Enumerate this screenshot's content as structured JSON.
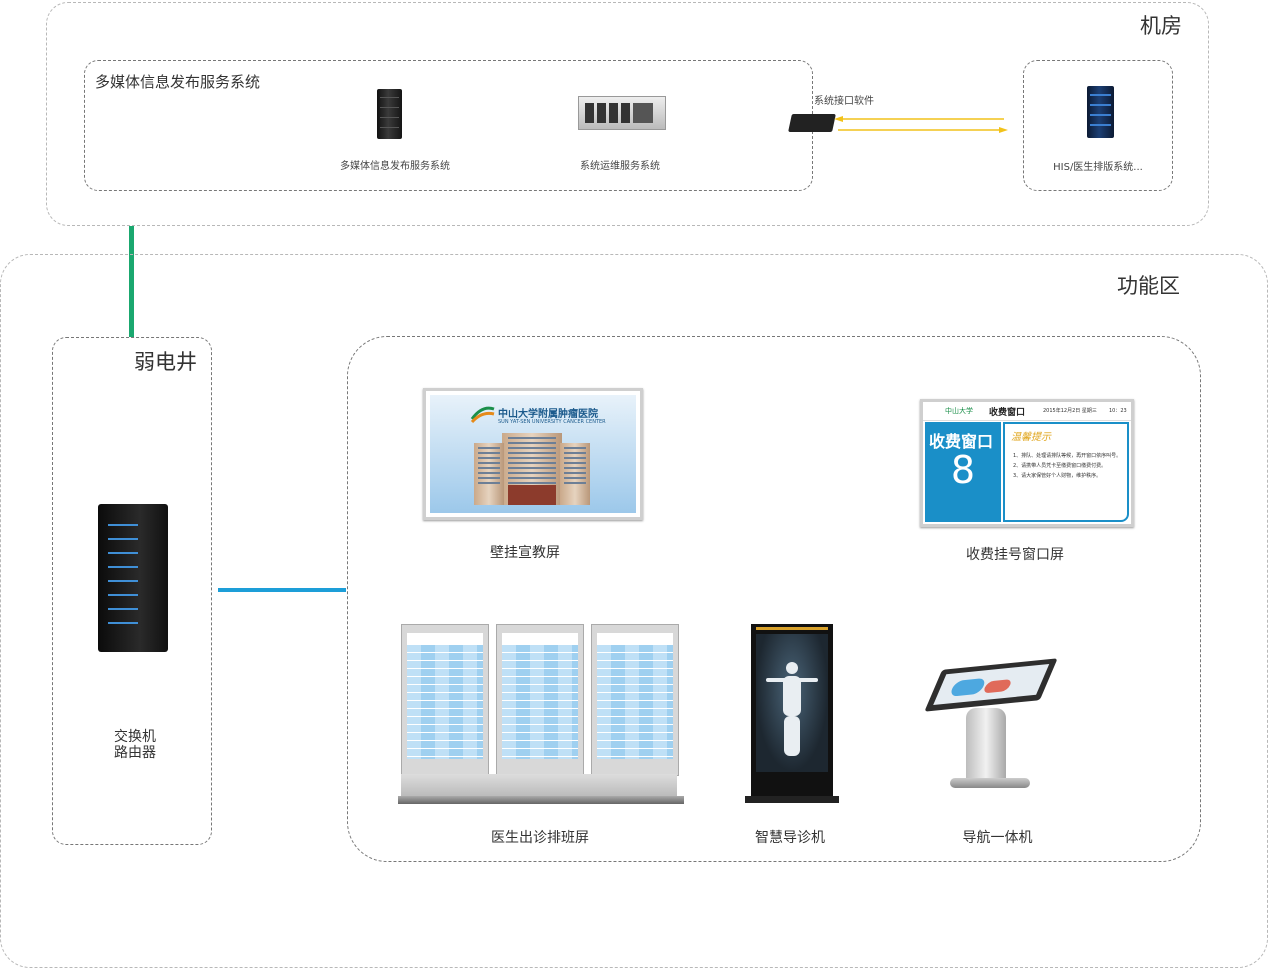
{
  "zones": {
    "machine_room": {
      "label": "机房"
    },
    "function_area": {
      "label": "功能区"
    },
    "weak_shaft": {
      "label": "弱电井"
    },
    "multimedia_system": {
      "label": "多媒体信息发布服务系统"
    }
  },
  "devices": {
    "media_server": {
      "label": "多媒体信息发布服务系统"
    },
    "ops_server": {
      "label": "系统运维服务系统"
    },
    "interface": {
      "label": "系统接口软件"
    },
    "his_server": {
      "label": "HIS/医生排版系统..."
    },
    "switch_router": {
      "label_line1": "交换机",
      "label_line2": "路由器"
    },
    "wall_screen": {
      "label": "壁挂宣教屏"
    },
    "fee_window_screen": {
      "label": "收费挂号窗口屏"
    },
    "schedule_screen": {
      "label": "医生出诊排班屏"
    },
    "smart_guide": {
      "label": "智慧导诊机"
    },
    "nav_kiosk": {
      "label": "导航一体机"
    }
  },
  "wall_screen_content": {
    "hospital_name": "中山大学附属肿瘤医院",
    "hospital_en": "SUN YAT-SEN UNIVERSITY CANCER CENTER"
  },
  "fee_screen_content": {
    "logo_text": "中山大学",
    "header_title": "收费窗口",
    "date": "2015年12月2日 星期三",
    "time": "10：23",
    "window_label": "收费窗口",
    "window_number": "8",
    "tip_title": "温馨提示",
    "tips": [
      "1、排队、处理请排队等候，再开窗口依序叫号。",
      "2、请携带人员凭卡至缴费窗口缴费付费。",
      "3、请大家保管好个人财物，维护秩序。"
    ]
  },
  "colors": {
    "green_link": "#1aa86f",
    "blue_link": "#1d9ed8",
    "arrow_yellow": "#f2c21a",
    "fee_blue": "#1a8fc8"
  }
}
